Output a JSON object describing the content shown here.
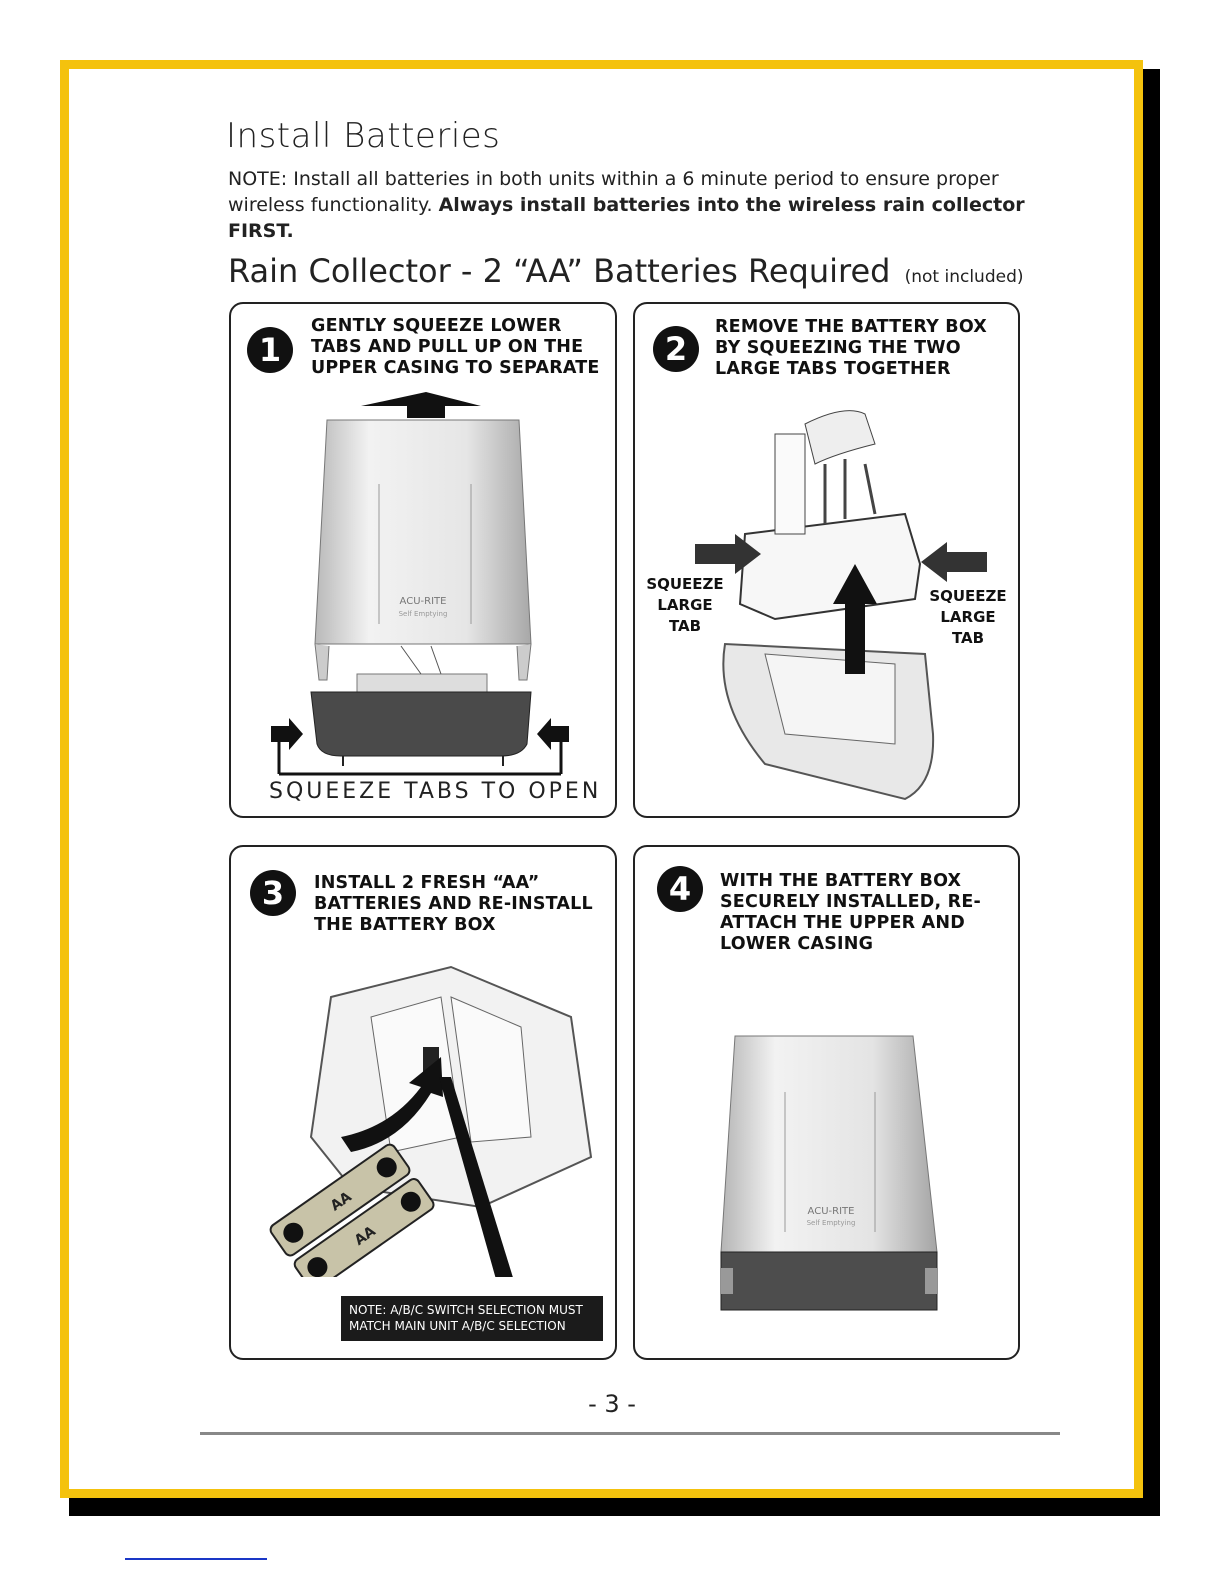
{
  "page": {
    "title": "Install Batteries",
    "note_normal": "NOTE: Install all batteries in both units within a 6 minute period to ensure proper wireless functionality. ",
    "note_bold": "Always install batteries into the wireless rain collector FIRST.",
    "subtitle": "Rain Collector - 2 “AA” Batteries Required",
    "subtitle_note": "(not included)",
    "page_number": "- 3 -",
    "colors": {
      "frame": "#F4C20D",
      "ink": "#111111"
    }
  },
  "steps": [
    {
      "number": "1",
      "text": "GENTLY SQUEEZE LOWER TABS AND PULL UP ON THE UPPER CASING TO SEPARATE",
      "caption": "SQUEEZE TABS TO OPEN",
      "brand": "ACU-RITE",
      "brand_sub": "Self Emptying"
    },
    {
      "number": "2",
      "text": "REMOVE THE BATTERY BOX BY SQUEEZING THE TWO LARGE TABS TOGETHER",
      "left_label": "SQUEEZE LARGE TAB",
      "right_label": "SQUEEZE LARGE TAB"
    },
    {
      "number": "3",
      "text": "INSTALL 2 FRESH “AA” BATTERIES AND RE-INSTALL THE BATTERY BOX",
      "battery_label": "AA",
      "switch_note": "NOTE: A/B/C SWITCH SELECTION MUST\nMATCH MAIN UNIT A/B/C  SELECTION"
    },
    {
      "number": "4",
      "text": "WITH THE BATTERY BOX SECURELY INSTALLED, RE-ATTACH THE UPPER AND LOWER CASING",
      "brand": "ACU-RITE",
      "brand_sub": "Self Emptying"
    }
  ]
}
